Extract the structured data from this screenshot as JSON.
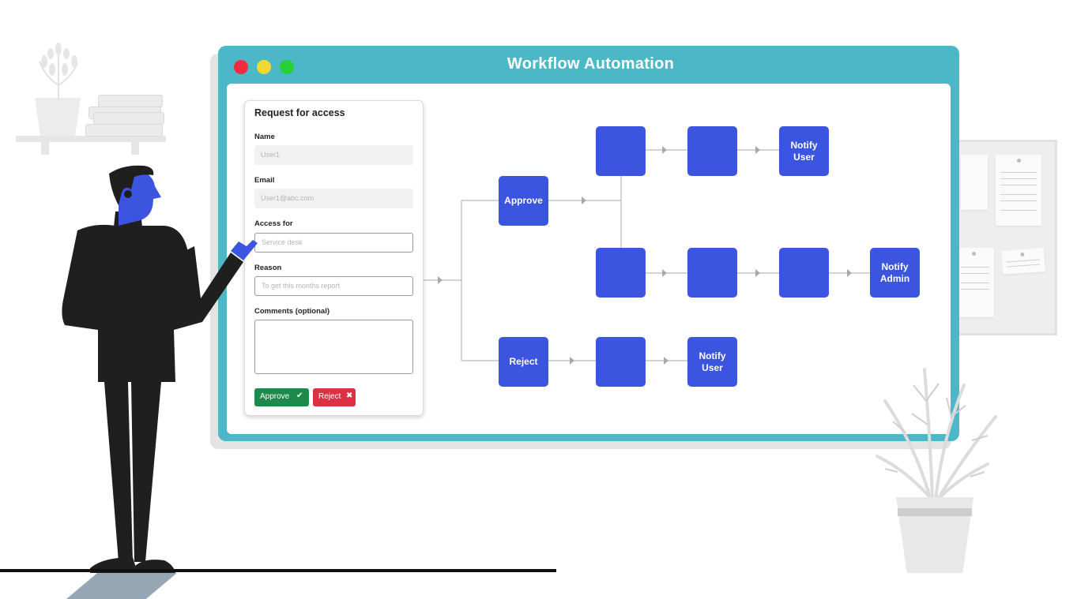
{
  "window": {
    "title": "Workflow Automation",
    "controls": [
      "close",
      "minimize",
      "maximize"
    ]
  },
  "form": {
    "title": "Request for access",
    "fields": [
      {
        "label": "Name",
        "value": "User1"
      },
      {
        "label": "Email",
        "value": "User1@abc.com"
      },
      {
        "label": "Access for",
        "placeholder": "Service desk"
      },
      {
        "label": "Reason",
        "placeholder": "To get this months report"
      },
      {
        "label": "Comments (optional)",
        "value": ""
      }
    ],
    "approve_label": "Approve",
    "approve_icon": "checkmark-icon",
    "reject_label": "Reject",
    "reject_icon": "x-icon"
  },
  "flow": {
    "approve": "Approve",
    "reject": "Reject",
    "notify_user_top": "Notify\nUser",
    "notify_admin": "Notify\nAdmin",
    "notify_user_bottom": "Notify\nUser"
  },
  "colors": {
    "accent": "#4cb8c7",
    "node": "#3c55e0",
    "approve": "#1b8a4b",
    "reject": "#dd3044"
  }
}
